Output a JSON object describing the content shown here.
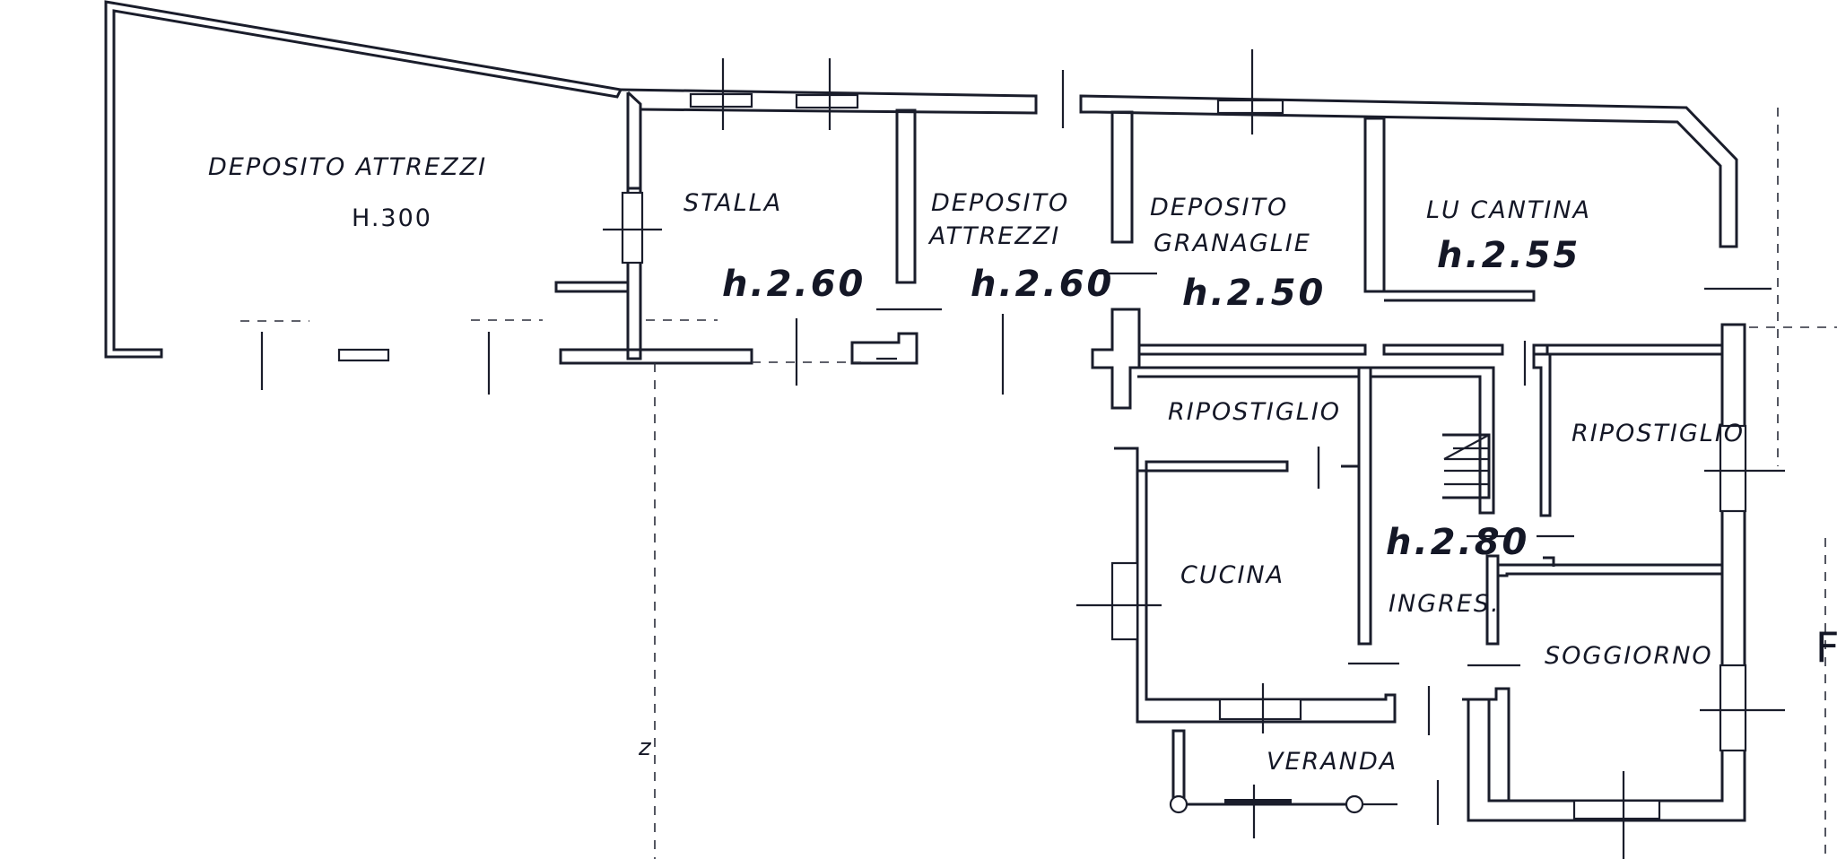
{
  "rooms": {
    "deposito_attrezzi_1": {
      "name": "DEPOSITO  ATTREZZI",
      "height": "H.300"
    },
    "stalla": {
      "name": "STALLA",
      "height": "h.2.60"
    },
    "deposito_attrezzi_2": {
      "name_line1": "DEPOSITO",
      "name_line2": "ATTREZZI",
      "height": "h.2.60"
    },
    "deposito_granaglie": {
      "name_line1": "DEPOSITO",
      "name_line2": "GRANAGLIE",
      "height": "h.2.50"
    },
    "cantina": {
      "name": "LU CANTINA",
      "height": "h.2.55"
    },
    "ripostiglio_1": {
      "name": "RIPOSTIGLIO"
    },
    "ripostiglio_2": {
      "name": "RIPOSTIGLIO"
    },
    "ingresso": {
      "name": "INGRES.",
      "height": "h.2.80"
    },
    "cucina": {
      "name": "CUCINA"
    },
    "soggiorno": {
      "name": "SOGGIORNO"
    },
    "veranda": {
      "name": "VERANDA"
    }
  },
  "edge_marks": {
    "right_letter": "F",
    "left_mark": "z"
  },
  "colors": {
    "ink": "#1a1d2b",
    "paper": "#ffffff"
  }
}
